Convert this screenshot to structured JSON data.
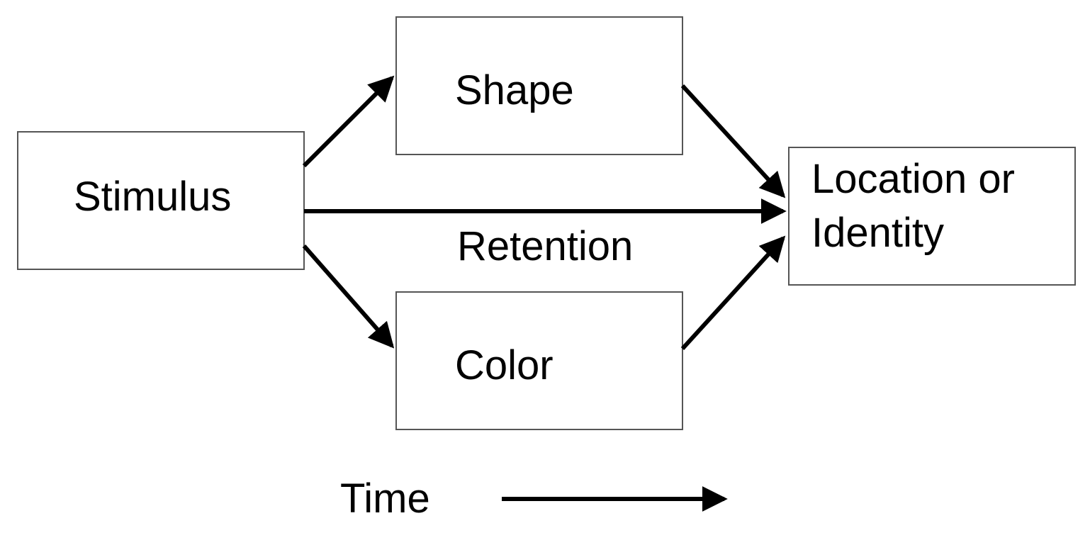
{
  "nodes": {
    "stimulus": "Stimulus",
    "shape": "Shape",
    "color": "Color",
    "target_line1": "Location or",
    "target_line2": "Identity"
  },
  "edges": {
    "retention_label": "Retention"
  },
  "time_axis": {
    "label": "Time"
  }
}
